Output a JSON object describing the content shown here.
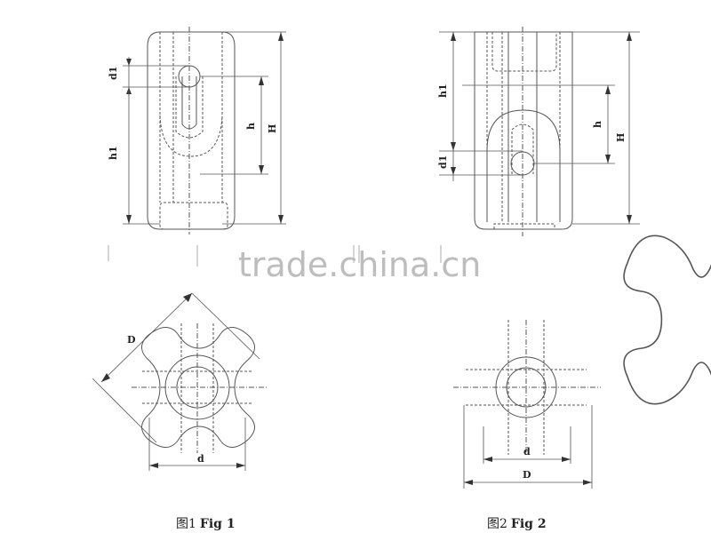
{
  "watermark": "trade.china.cn",
  "figure1": {
    "caption_cn": "图1",
    "caption_en": "Fig 1",
    "labels": {
      "d1": "d1",
      "h1": "h1",
      "h": "h",
      "H": "H",
      "D": "D",
      "d": "d"
    }
  },
  "figure2": {
    "caption_cn": "图2",
    "caption_en": "Fig 2",
    "labels": {
      "h1": "h1",
      "d1": "d1",
      "h": "h",
      "H": "H",
      "d": "d",
      "D": "D"
    }
  }
}
